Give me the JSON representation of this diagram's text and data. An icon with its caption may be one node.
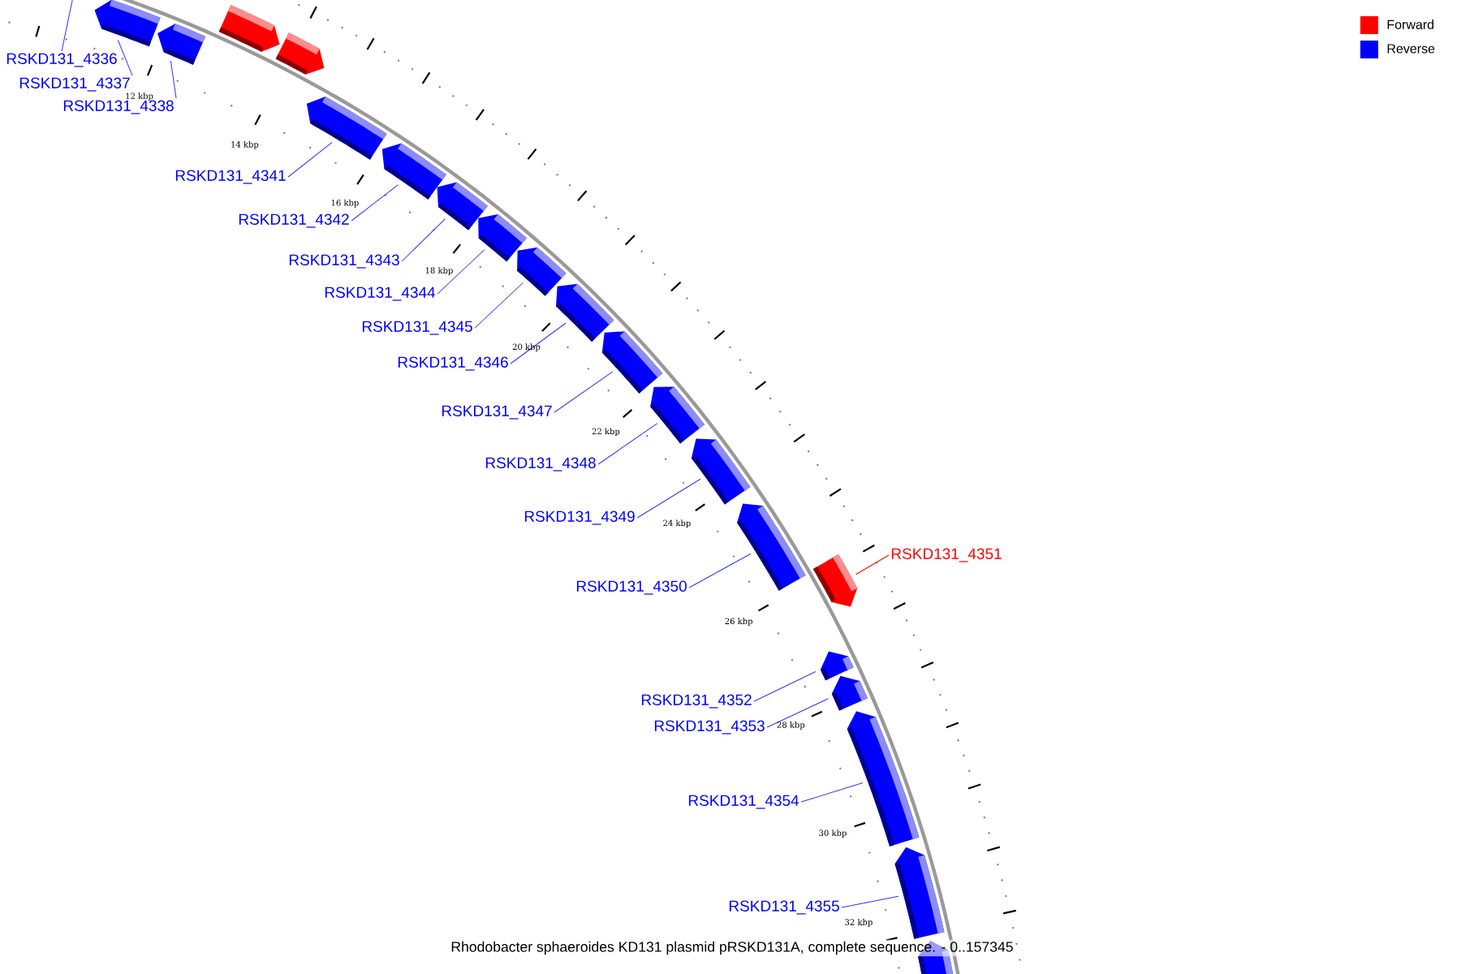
{
  "diagram": {
    "caption": "Rhodobacter sphaeroides KD131 plasmid pRSKD131A, complete sequence. - 0..157345",
    "nodes": [
      {
        "text": [
          "RSKD131_4336"
        ]
      },
      {
        "text": [
          "RSKD131_4337"
        ]
      },
      {
        "text": [
          "RSKD131_4338"
        ]
      },
      {
        "text": [
          "RSKD131_4341"
        ]
      },
      {
        "text": [
          "RSKD131_4342"
        ]
      },
      {
        "text": [
          "RSKD131_4343"
        ]
      },
      {
        "text": [
          "RSKD131_4344"
        ]
      },
      {
        "text": [
          "RSKD131_4345"
        ]
      },
      {
        "text": [
          "RSKD131_4346"
        ]
      },
      {
        "text": [
          "RSKD131_4347"
        ]
      },
      {
        "text": [
          "RSKD131_4348"
        ]
      },
      {
        "text": [
          "RSKD131_4349"
        ]
      },
      {
        "text": [
          "RSKD131_4350"
        ]
      },
      {
        "text": [
          "RSKD131_4351"
        ]
      },
      {
        "text": [
          "RSKD131_4352"
        ]
      },
      {
        "text": [
          "RSKD131_4353"
        ]
      },
      {
        "text": [
          "RSKD131_4354"
        ]
      },
      {
        "text": [
          "RSKD131_4355"
        ]
      },
      {
        "text": [],
        "shape": "bar"
      },
      {
        "text": [],
        "shape": "bar"
      },
      {
        "text": [],
        "shape": "bar"
      },
      {
        "text": [],
        "shape": "bar"
      },
      {
        "text": [],
        "shape": "bar"
      },
      {
        "text": [],
        "shape": "bar"
      },
      {
        "text": [],
        "shape": "bar"
      },
      {
        "text": [],
        "shape": "bar"
      },
      {
        "text": [],
        "shape": "bar"
      },
      {
        "text": [],
        "shape": "bar"
      },
      {
        "text": [],
        "shape": "bar"
      },
      {
        "text": [],
        "shape": "bar"
      },
      {
        "text": [],
        "shape": "bar"
      },
      {
        "text": [],
        "shape": "bar"
      },
      {
        "text": [],
        "shape": "bar"
      },
      {
        "text": [],
        "shape": "bar"
      },
      {
        "text": [],
        "shape": "bar"
      },
      {
        "text": [],
        "shape": "bar"
      },
      {
        "text": [],
        "shape": "bar"
      },
      {
        "text": [],
        "shape": "bar"
      }
    ],
    "edges": [
      {
        "from": 0,
        "to": null,
        "arrow": "none"
      },
      {
        "from": 1,
        "to": 18,
        "arrow": "none"
      },
      {
        "from": 2,
        "to": 19,
        "arrow": "none"
      },
      {
        "from": 3,
        "to": 22,
        "arrow": "none"
      },
      {
        "from": 4,
        "to": 23,
        "arrow": "none"
      },
      {
        "from": 5,
        "to": 24,
        "arrow": "none"
      },
      {
        "from": 6,
        "to": 25,
        "arrow": "none"
      },
      {
        "from": 7,
        "to": 26,
        "arrow": "none"
      },
      {
        "from": 8,
        "to": 27,
        "arrow": "none"
      },
      {
        "from": 9,
        "to": 28,
        "arrow": "none"
      },
      {
        "from": 10,
        "to": 29,
        "arrow": "none"
      },
      {
        "from": 11,
        "to": 30,
        "arrow": "none"
      },
      {
        "from": 12,
        "to": 31,
        "arrow": "none"
      },
      {
        "from": 13,
        "to": 32,
        "arrow": "none",
        "color": "#ff0000"
      },
      {
        "from": 14,
        "to": 33,
        "arrow": "none"
      },
      {
        "from": 15,
        "to": 34,
        "arrow": "none"
      },
      {
        "from": 16,
        "to": 35,
        "arrow": "none"
      },
      {
        "from": 17,
        "to": 36,
        "arrow": "none"
      }
    ],
    "labels": [
      "12 kbp",
      "14 kbp",
      "16 kbp",
      "18 kbp",
      "20 kbp",
      "22 kbp",
      "24 kbp",
      "26 kbp",
      "28 kbp",
      "30 kbp",
      "32 kbp"
    ],
    "legend": [
      {
        "text": "Forward",
        "color": "#ff0000"
      },
      {
        "text": "Reverse",
        "color": "#0000ff"
      }
    ]
  }
}
